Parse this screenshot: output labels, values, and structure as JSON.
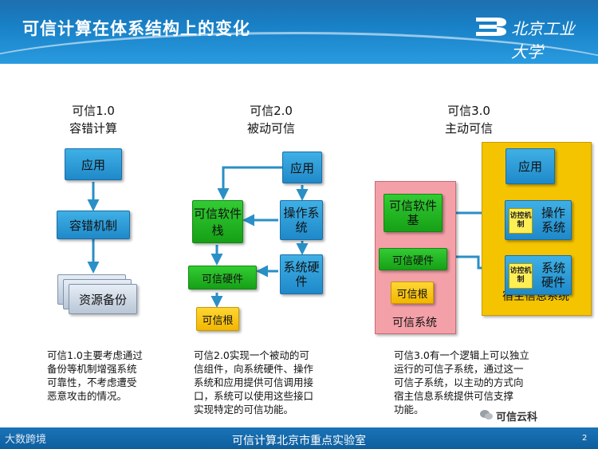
{
  "header": {
    "title": "可信计算在体系结构上的变化",
    "logo_text": "北京工业大学"
  },
  "columns": [
    {
      "version": "可信1.0",
      "name": "容错计算",
      "boxes": {
        "app": "应用",
        "mechanism": "容错机制",
        "backup": "资源备份"
      },
      "desc": [
        "可信1.0主要考虑通过",
        "备份等机制增强系统",
        "可靠性，不考虑遭受",
        "恶意攻击的情况。"
      ]
    },
    {
      "version": "可信2.0",
      "name": "被动可信",
      "boxes": {
        "app": "应用",
        "stack": "可信软件栈",
        "os": "操作系统",
        "hw": "可信硬件",
        "syshw": "系统硬件",
        "root": "可信根"
      },
      "desc": [
        "可信2.0实现一个被动的可",
        "信组件，向系统硬件、操作",
        "系统和应用提供可信调用接",
        "口，系统可以使用这些接口",
        "实现特定的可信功能。"
      ]
    },
    {
      "version": "可信3.0",
      "name": "主动可信",
      "boxes": {
        "app": "应用",
        "base": "可信软件基",
        "os": "操作系统",
        "hw": "可信硬件",
        "syshw": "系统硬件",
        "root": "可信根",
        "tag1": "访控机制",
        "tag2": "访控机制",
        "trusted_system": "可信系统",
        "host_system": "宿主信息系统"
      },
      "desc": [
        "可信3.0有一个逻辑上可以独立",
        "运行的可信子系统，通过这一",
        "可信子系统，以主动的方式向",
        "宿主信息系统提供可信支撑",
        "功能。"
      ]
    }
  ],
  "footer": {
    "lab": "可信计算北京市重点实验室",
    "watermark_left": "大数跨境",
    "watermark_right": "可信云科",
    "page": "2"
  },
  "colors": {
    "header": "#1a7cc2",
    "blue_box": "#2596d6",
    "green_box": "#22b522",
    "yellow_box": "#f7c400",
    "pink_panel": "#f4a0a8",
    "yellow_panel": "#f5c400",
    "arrow": "#2a8fc6"
  }
}
